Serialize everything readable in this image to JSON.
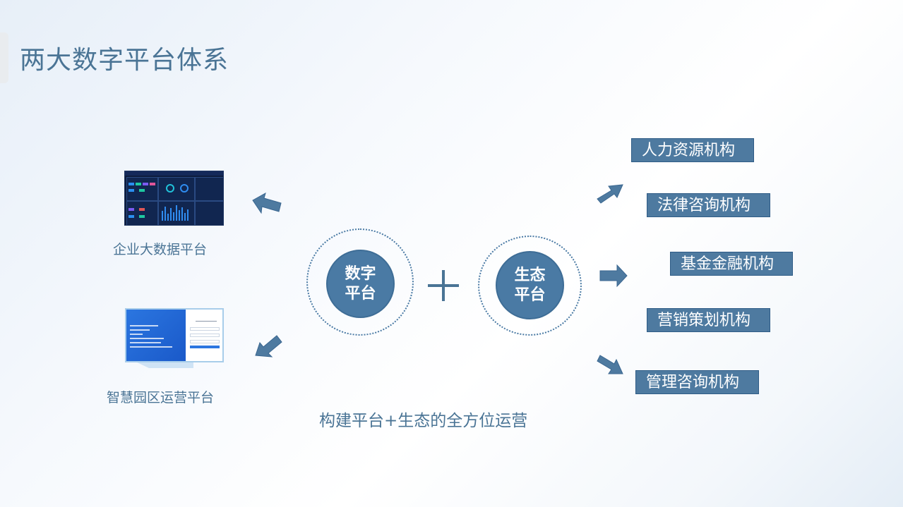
{
  "page": {
    "title": "两大数字平台体系",
    "slogan": "构建平台+生态的全方位运营"
  },
  "left_platforms": [
    {
      "caption": "企业大数据平台"
    },
    {
      "caption": "智慧园区运营平台"
    }
  ],
  "center": {
    "digital_platform": "数字\n平台",
    "plus_symbol": "+",
    "eco_platform": "生态\n平台"
  },
  "institutions": [
    "人力资源机构",
    "法律咨询机构",
    "基金金融机构",
    "营销策划机构",
    "管理咨询机构"
  ],
  "colors": {
    "accent": "#4a7aa4",
    "title_text": "#4a7495",
    "box_fill": "#4e7aa0"
  }
}
